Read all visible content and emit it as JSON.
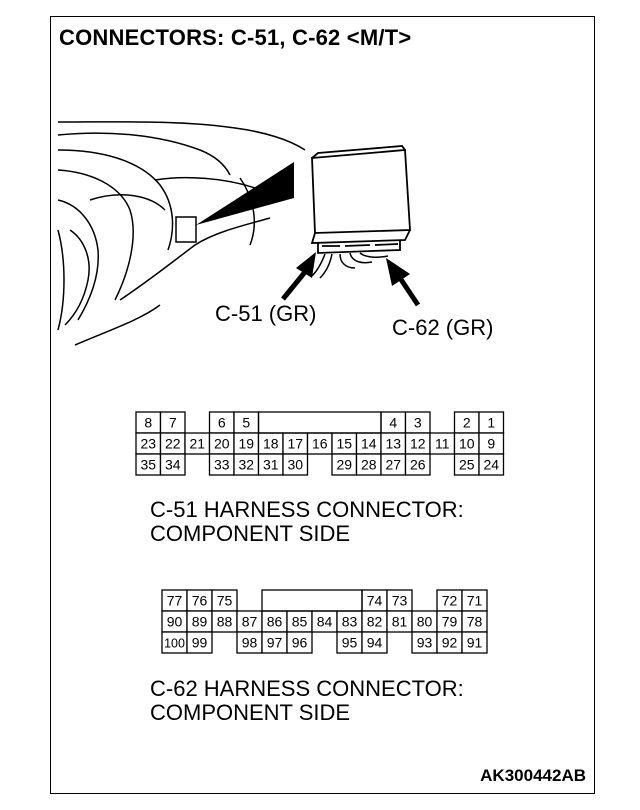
{
  "title": "CONNECTORS: C-51, C-62 <M/T>",
  "location": {
    "c51_label": "C-51 (GR)",
    "c62_label": "C-62 (GR)"
  },
  "c51": {
    "caption_line1": "C-51 HARNESS CONNECTOR:",
    "caption_line2": "COMPONENT SIDE",
    "rows": [
      [
        "8",
        "7",
        "",
        "6",
        "5",
        "",
        "",
        "",
        "",
        "",
        "4",
        "3",
        "",
        "2",
        "1"
      ],
      [
        "23",
        "22",
        "21",
        "20",
        "19",
        "18",
        "17",
        "16",
        "15",
        "14",
        "13",
        "12",
        "11",
        "10",
        "9"
      ],
      [
        "35",
        "34",
        "",
        "33",
        "32",
        "31",
        "30",
        "",
        "29",
        "28",
        "27",
        "26",
        "",
        "25",
        "24"
      ]
    ]
  },
  "c62": {
    "caption_line1": "C-62 HARNESS CONNECTOR:",
    "caption_line2": "COMPONENT SIDE",
    "rows": [
      [
        "77",
        "76",
        "75",
        "",
        "",
        "",
        "",
        "",
        "74",
        "73",
        "",
        "72",
        "71"
      ],
      [
        "90",
        "89",
        "88",
        "87",
        "86",
        "85",
        "84",
        "83",
        "82",
        "81",
        "80",
        "79",
        "78"
      ],
      [
        "100",
        "99",
        "",
        "98",
        "97",
        "96",
        "",
        "95",
        "94",
        "",
        "93",
        "92",
        "91"
      ]
    ]
  },
  "figure_id": "AK300442AB"
}
